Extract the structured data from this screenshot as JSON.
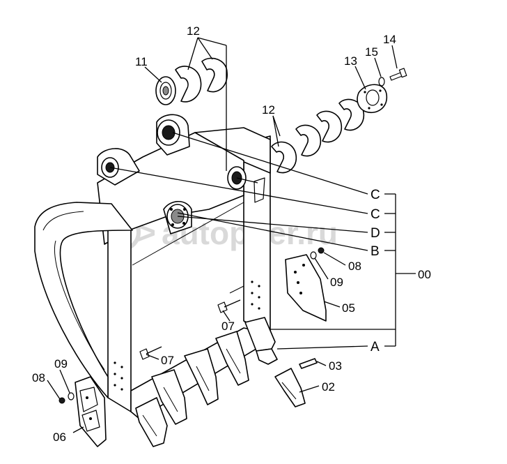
{
  "watermark": "autopiter.ru",
  "labels": {
    "p00": "00",
    "p02": "02",
    "p03": "03",
    "p05": "05",
    "p06": "06",
    "p07a": "07",
    "p07b": "07",
    "p08a": "08",
    "p08b": "08",
    "p09a": "09",
    "p09b": "09",
    "p11": "11",
    "p12a": "12",
    "p12b": "12",
    "p13": "13",
    "p14": "14",
    "p15": "15",
    "refA": "A",
    "refB": "B",
    "refC1": "C",
    "refC2": "C",
    "refD": "D"
  }
}
